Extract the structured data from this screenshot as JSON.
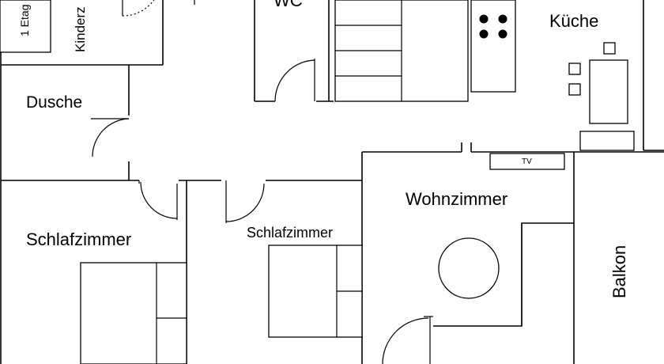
{
  "plan": {
    "rooms": {
      "kinder": "Kinderz",
      "etage": "1 Etag",
      "wc": "WC",
      "kueche": "Küche",
      "dusche": "Dusche",
      "wohnzimmer": "Wohnzimmer",
      "schlaf1": "Schlafzimmer",
      "schlaf2": "Schlafzimmer",
      "balkon": "Balkon"
    },
    "tv": "TV"
  }
}
